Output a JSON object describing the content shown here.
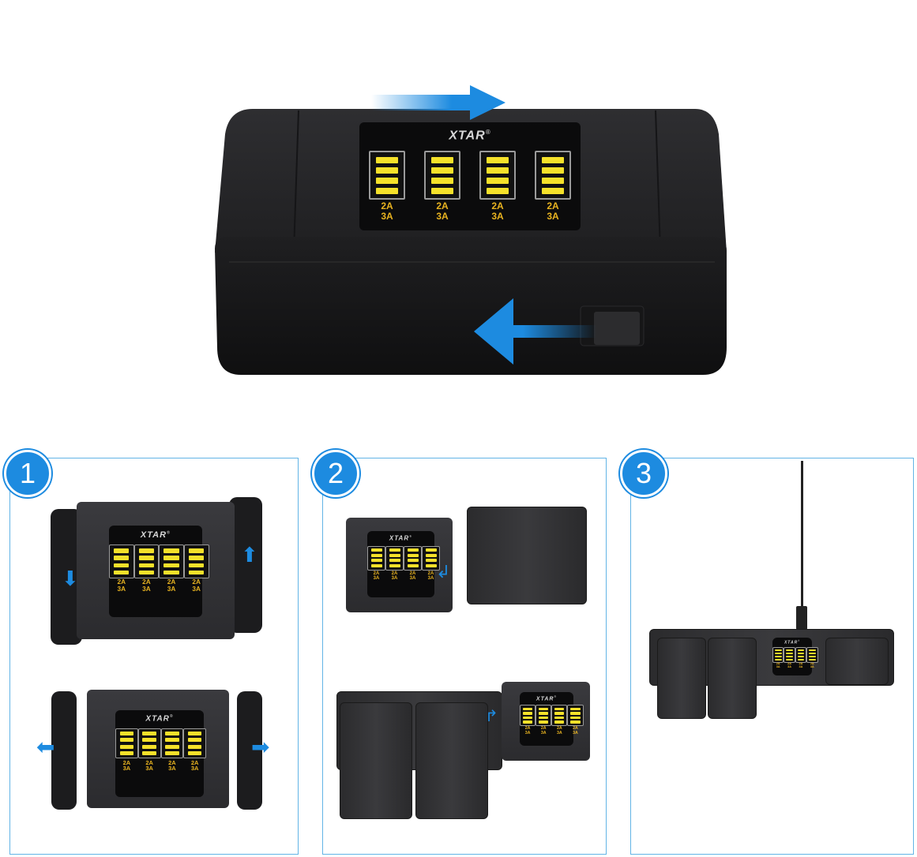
{
  "brand": "XTAR",
  "registered_mark": "®",
  "current_labels": [
    "2A",
    "3A"
  ],
  "steps": [
    "1",
    "2",
    "3"
  ],
  "colors": {
    "accent_blue": "#1d8be0",
    "panel_border": "#62b4e6",
    "indicator_yellow": "#f5e12a",
    "label_amber": "#e8b320"
  }
}
